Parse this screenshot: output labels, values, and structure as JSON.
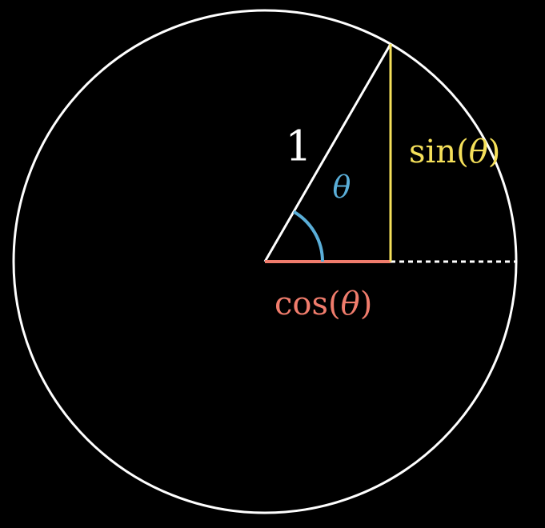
{
  "diagram": {
    "background_color": "#000000",
    "theta_degrees": 60,
    "radius_label": "1",
    "angle_label": "θ",
    "sin_label": {
      "prefix": "sin(",
      "symbol": "θ",
      "suffix": ")"
    },
    "cos_label": {
      "prefix": "cos(",
      "symbol": "θ",
      "suffix": ")"
    },
    "colors": {
      "circle": "#ffffff",
      "radius": "#ffffff",
      "dashed_axis": "#ffffff",
      "sin": "#f5e05a",
      "cos": "#f07c6c",
      "angle": "#5aaed8"
    }
  }
}
